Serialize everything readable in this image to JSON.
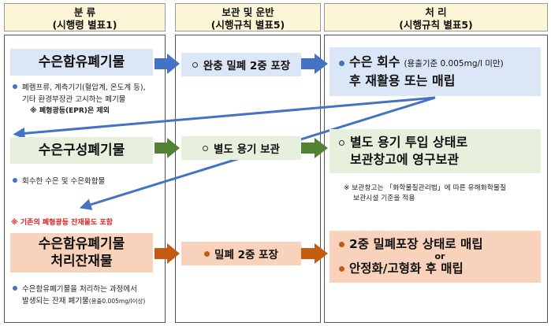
{
  "headers": {
    "classification": {
      "title": "분 류",
      "sub": "(시행령 별표1)"
    },
    "storage": {
      "title": "보관 및 운반",
      "sub": "(시행규칙 별표5)"
    },
    "treatment": {
      "title": "처 리",
      "sub": "(시행규칙 별표5)"
    }
  },
  "classification": {
    "mercury_waste": {
      "label": "수은함유폐기물",
      "note_line1": "폐램프류, 계측기기(혈압계, 온도계 등),",
      "note_line2": "기타 환경부장관 고시하는 폐기물",
      "note_line3": "※ 폐형광등(EPR)은 제외"
    },
    "mercury_composed_waste": {
      "label": "수은구성폐기물",
      "note": "회수한 수은 및 수은화합물"
    },
    "existing_note": "※ 기존의 폐형광등 잔재물도 포함",
    "residue": {
      "label_line1": "수은함유폐기물",
      "label_line2": "처리잔재물",
      "note_line1": "수은함유폐기물을 처리하는 과정에서",
      "note_line2": "발생되는 잔재 폐기물",
      "note_suffix": "(용출0.005mg/l이상)"
    }
  },
  "storage": {
    "row1": "완충 밀폐 2중 포장",
    "row2": "별도 용기 보관",
    "row3": "밀폐 2중 포장"
  },
  "treatment": {
    "row1": {
      "line1_main": "수은 회수",
      "line1_small": "(용출기준 0.005mg/l 미만)",
      "line2": "후 재활용 또는 매립"
    },
    "row2": {
      "line1": "별도 용기 투입 상태로",
      "line2": "보관창고에 영구보관",
      "note_line1": "※ 보관창고는 「화학물질관리법」에 따른 유해화학물질",
      "note_line2": "보관시설 기준을 적용"
    },
    "row3": {
      "line1": "2중 밀폐포장 상태로 매립",
      "or": "or",
      "line2": "안정화/고형화 후 매립"
    }
  },
  "colors": {
    "blue_box": "#dbe6f6",
    "green_box": "#e7f0dd",
    "orange_box": "#f8d2bb",
    "blue_arrow": "#4472c4",
    "green_arrow": "#548235",
    "orange_arrow": "#c55a11",
    "header_bg": "#fdf6d6",
    "warning_text": "#e02020"
  }
}
